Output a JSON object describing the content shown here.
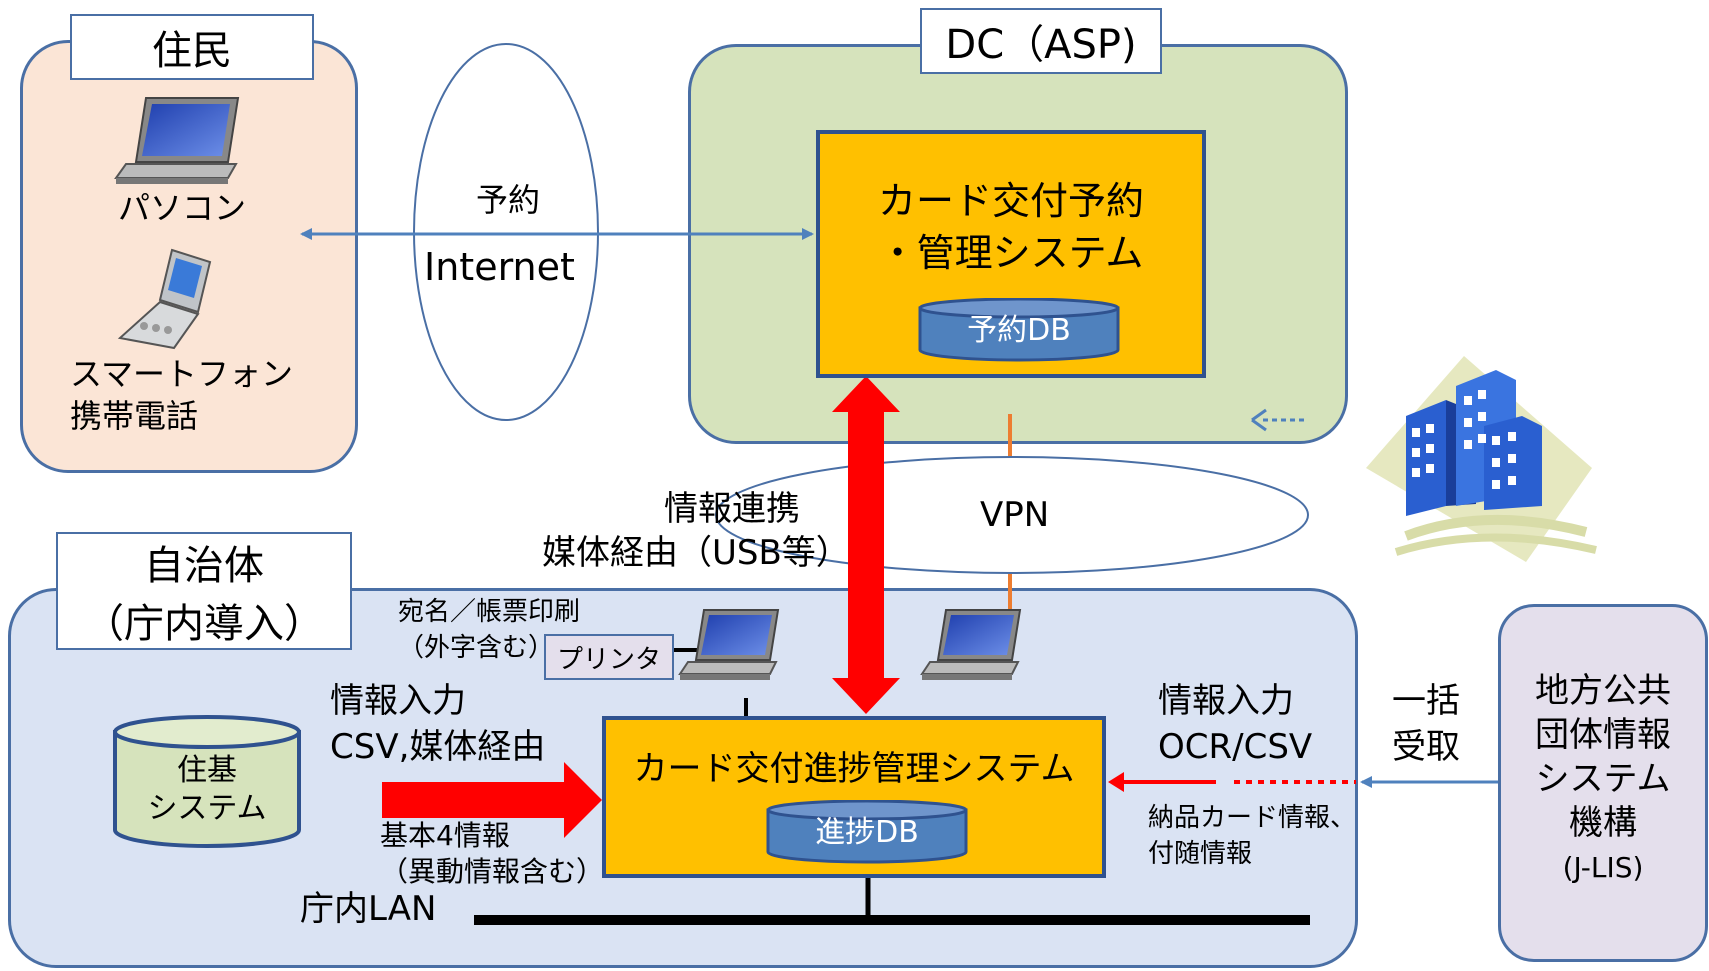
{
  "residents": {
    "title": "住民",
    "pc_label": "パソコン",
    "mobile_label_1": "スマートフォン",
    "mobile_label_2": "携帯電話"
  },
  "internet": {
    "label_top": "予約",
    "label": "Internet"
  },
  "dc": {
    "title": "DC（ASP)",
    "system_line1": "カード交付予約",
    "system_line2": "・管理システム",
    "db_label": "予約DB"
  },
  "vpn": {
    "label": "VPN"
  },
  "link": {
    "line1": "情報連携",
    "line2": "媒体経由（USB等）"
  },
  "municipality": {
    "title_line1": "自治体",
    "title_line2": "（庁内導入）",
    "print_line1": "宛名／帳票印刷",
    "print_line2": "（外字含む）",
    "printer_label": "プリンタ",
    "input_left_line1": "情報入力",
    "input_left_line2": "CSV,媒体経由",
    "basic_line1": "基本4情報",
    "basic_line2": "（異動情報含む）",
    "juki_line1": "住基",
    "juki_line2": "システム",
    "progress_system": "カード交付進捗管理システム",
    "progress_db": "進捗DB",
    "lan_label": "庁内LAN",
    "input_right_line1": "情報入力",
    "input_right_line2": "OCR/CSV",
    "delivery_line1": "納品カード情報、",
    "delivery_line2": "付随情報"
  },
  "bulk": {
    "line1": "一括",
    "line2": "受取"
  },
  "jlis": {
    "line1": "地方公共",
    "line2": "団体情報",
    "line3": "システム",
    "line4": "機構",
    "line5": "(J-LIS)"
  },
  "colors": {
    "residents_bg": "#fbe5d6",
    "dc_bg": "#d6e3bc",
    "municipality_bg": "#dae3f3",
    "jlis_bg": "#e4dfec",
    "system_fill": "#ffc000",
    "db_fill": "#4f81bd",
    "red_arrow": "#ff0000",
    "blue_arrow": "#4f81bd",
    "orange_line": "#ed7d31"
  },
  "icons": [
    "laptop-icon",
    "mobile-phone-icon",
    "building-icon",
    "printer-icon",
    "database-icon"
  ]
}
